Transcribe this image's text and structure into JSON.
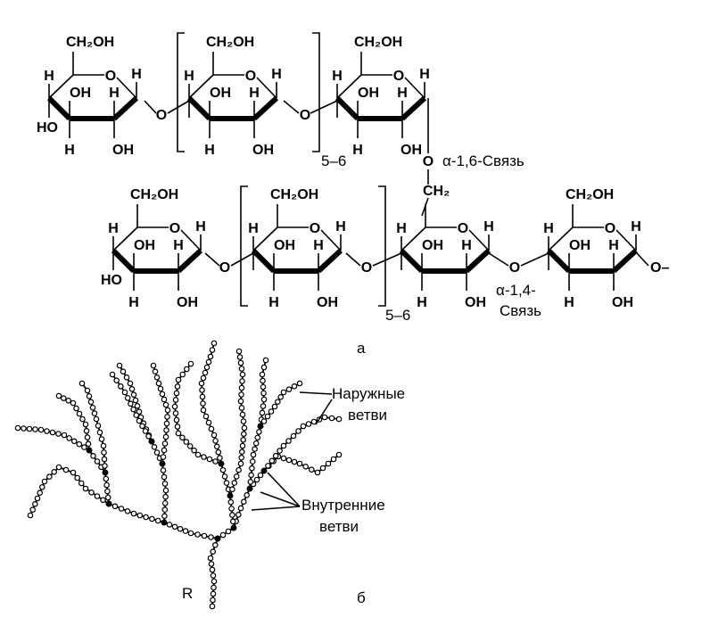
{
  "atoms": {
    "ch2oh": "CH₂OH",
    "ch2": "CH₂",
    "h": "H",
    "oh": "OH",
    "ho": "HO",
    "o": "O",
    "o_end": "O–"
  },
  "labels": {
    "repeat_top": "5–6",
    "repeat_bottom": "5–6",
    "alpha16": "α-1,6-Связь",
    "alpha14_line1": "α-1,4-",
    "alpha14_line2": "Связь",
    "part_a": "а",
    "part_b": "б",
    "outer_line1": "Наружные",
    "outer_line2": "ветви",
    "inner_line1": "Внутренние",
    "inner_line2": "ветви",
    "root": "R"
  }
}
